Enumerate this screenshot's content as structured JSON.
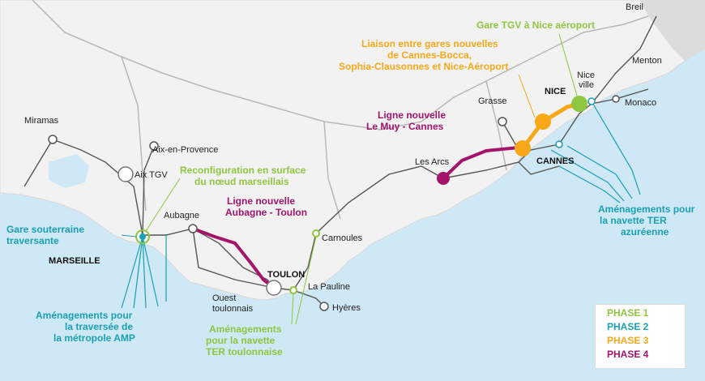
{
  "colors": {
    "sea": "#cfe8f5",
    "land": "#f2f2f2",
    "border": "#b7b7b7",
    "phase1": "#8dc63f",
    "phase2": "#1aa0b4",
    "phase3": "#f7a818",
    "phase4": "#a3146a",
    "rail": "#555555"
  },
  "places": {
    "breil": "Breil",
    "menton": "Menton",
    "nice_ville_1": "Nice",
    "nice_ville_2": "ville",
    "nice": "NICE",
    "monaco": "Monaco",
    "grasse": "Grasse",
    "cannes": "CANNES",
    "les_arcs": "Les Arcs",
    "miramas": "Miramas",
    "aix": "Aix-en-Provence",
    "aix_tgv": "Aix TGV",
    "aubagne": "Aubagne",
    "marseille": "MARSEILLE",
    "carnoules": "Carnoules",
    "toulon": "TOULON",
    "la_pauline": "La Pauline",
    "ouest_1": "Ouest",
    "ouest_2": "toulonnais",
    "hyeres": "Hyères"
  },
  "annotations": {
    "gare_tgv_nice": "Gare TGV à Nice aéroport",
    "liaison_1": "Liaison entre gares nouvelles",
    "liaison_2": "de Cannes-Bocca,",
    "liaison_3": "Sophia-Clausonnes et Nice-Aéroport",
    "muy_1": "Ligne nouvelle",
    "muy_2": "Le Muy - Cannes",
    "reconf_1": "Reconfiguration en surface",
    "reconf_2": "du nœud marseillais",
    "aubagne_1": "Ligne nouvelle",
    "aubagne_2": "Aubagne - Toulon",
    "gare_sout_1": "Gare souterraine",
    "gare_sout_2": "traversante",
    "amp_1": "Aménagements pour",
    "amp_2": "la traversée de",
    "amp_3": "la métropole AMP",
    "tl_1": "Aménagements",
    "tl_2": "pour la navette",
    "tl_3": "TER toulonnaise",
    "az_1": "Aménagements pour",
    "az_2": "la navette TER",
    "az_3": "azuréenne"
  },
  "legend": [
    {
      "label": "PHASE 1",
      "color": "#8dc63f"
    },
    {
      "label": "PHASE 2",
      "color": "#1aa0b4"
    },
    {
      "label": "PHASE 3",
      "color": "#f7a818"
    },
    {
      "label": "PHASE 4",
      "color": "#a3146a"
    }
  ]
}
